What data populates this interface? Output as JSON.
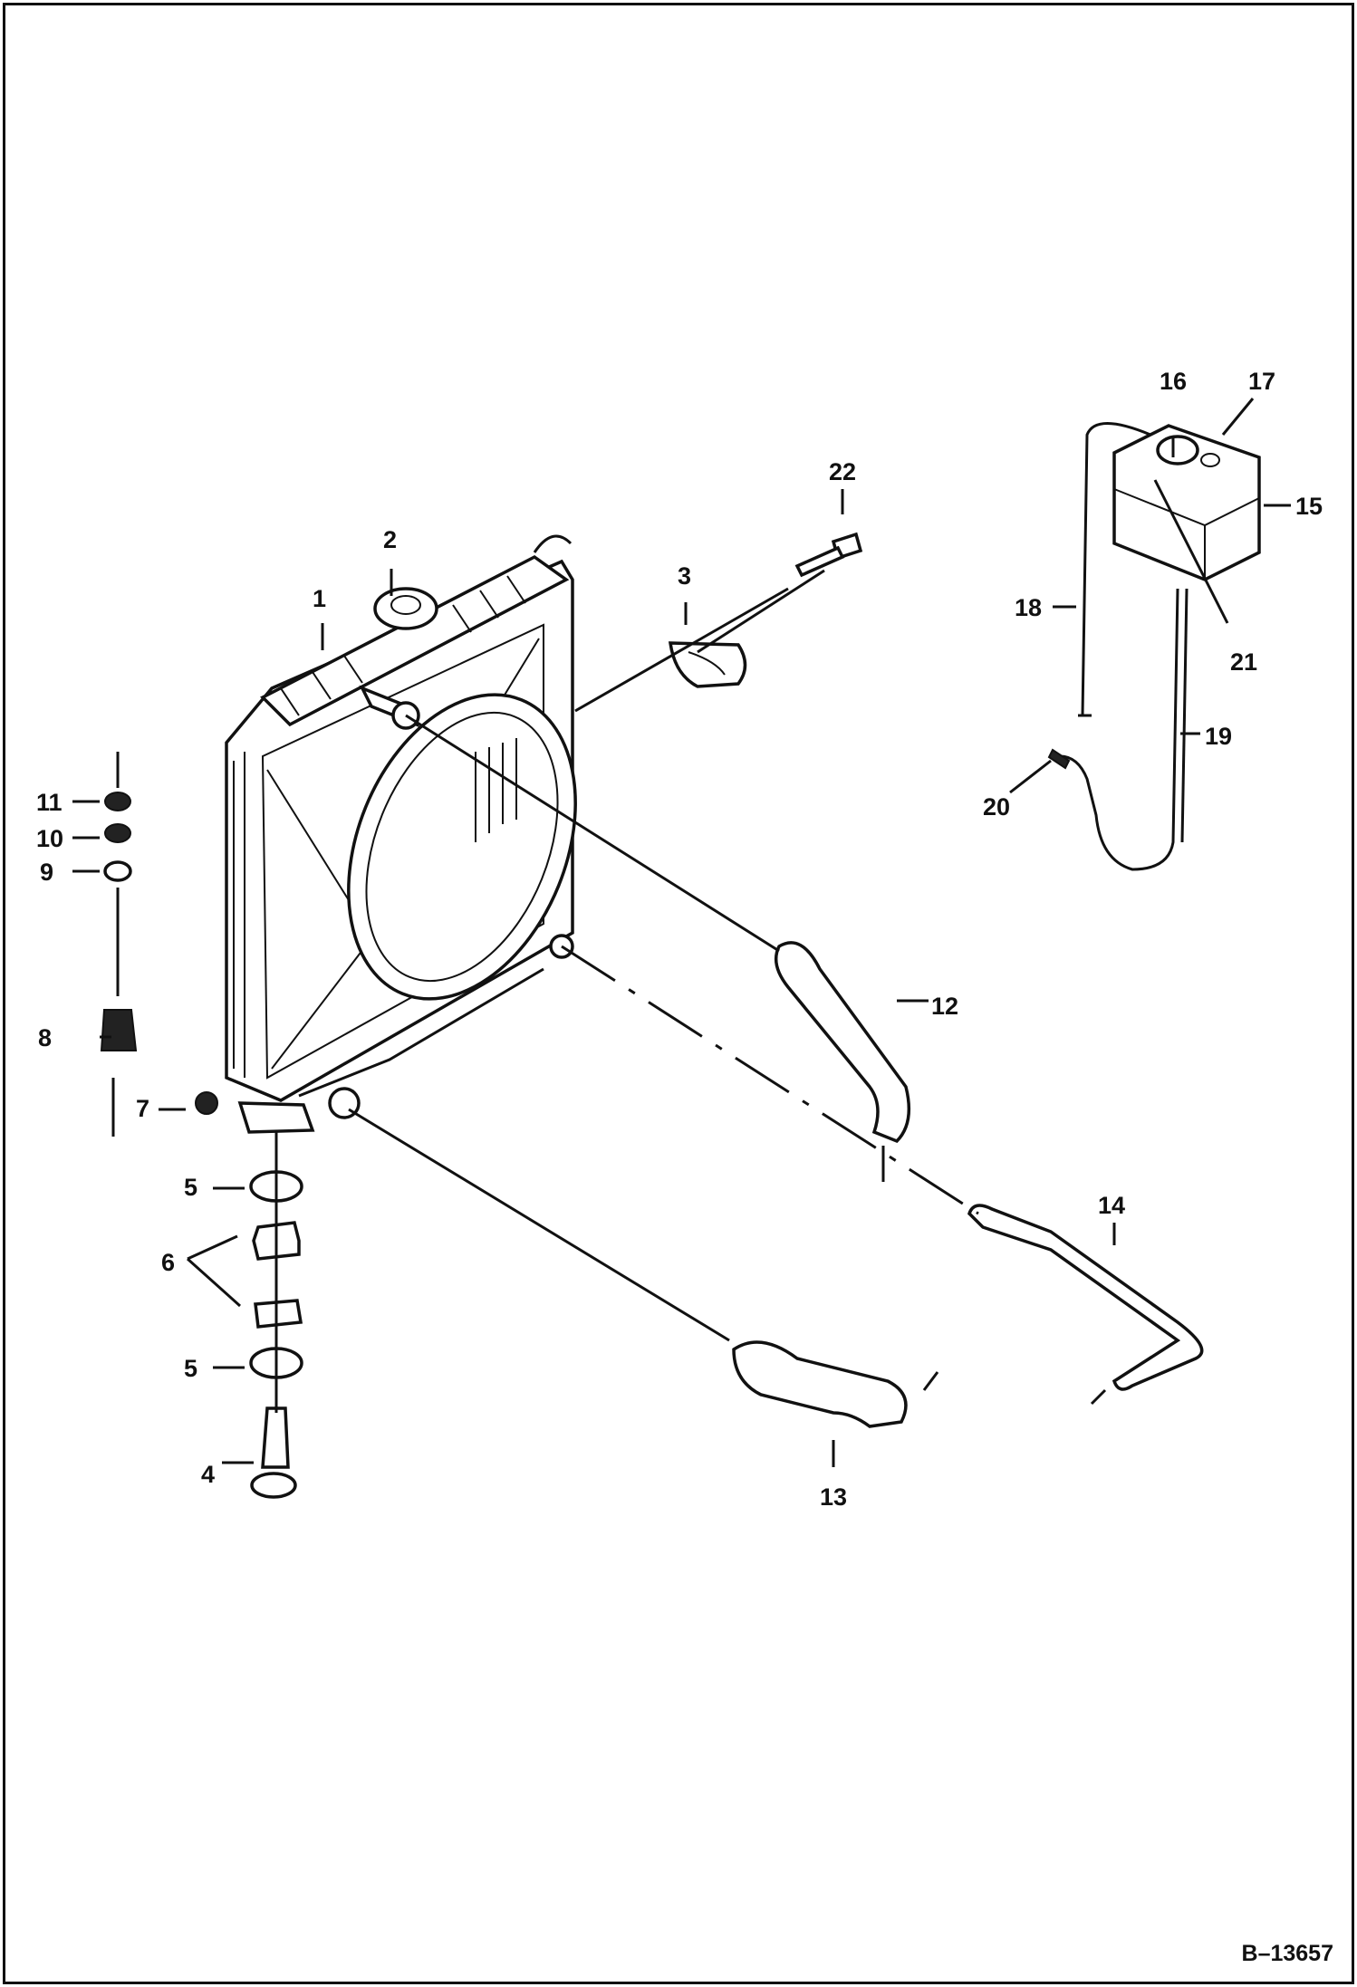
{
  "drawing": {
    "doc_number": "B–13657",
    "callouts": {
      "c1": "1",
      "c2": "2",
      "c3": "3",
      "c4": "4",
      "c5a": "5",
      "c5b": "5",
      "c6": "6",
      "c7": "7",
      "c8": "8",
      "c9": "9",
      "c10": "10",
      "c11": "11",
      "c12": "12",
      "c13": "13",
      "c14": "14",
      "c15": "15",
      "c16": "16",
      "c17": "17",
      "c18": "18",
      "c19": "19",
      "c20": "20",
      "c21": "21",
      "c22": "22"
    }
  }
}
